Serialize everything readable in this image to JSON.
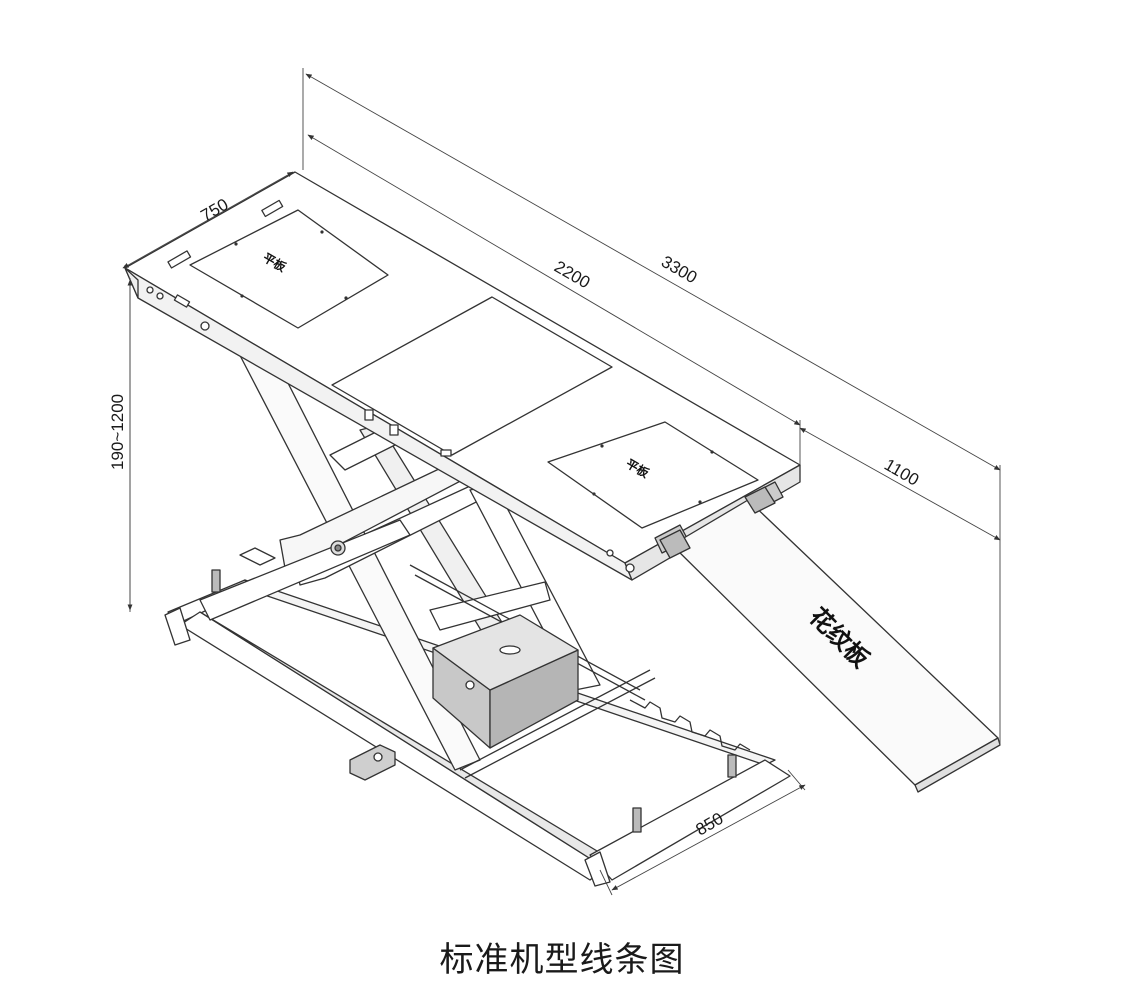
{
  "caption": "标准机型线条图",
  "dimensions": {
    "width_top": "750",
    "height_range": "190~1200",
    "platform_length": "2200",
    "total_length": "3300",
    "ramp_length": "1100",
    "base_width": "850"
  },
  "plates": {
    "flat_front": "平板",
    "flat_rear": "平板",
    "ramp": "花纹板"
  },
  "colors": {
    "line": "#333333",
    "fill": "#ffffff",
    "box_fill": "#d9d9d9"
  }
}
